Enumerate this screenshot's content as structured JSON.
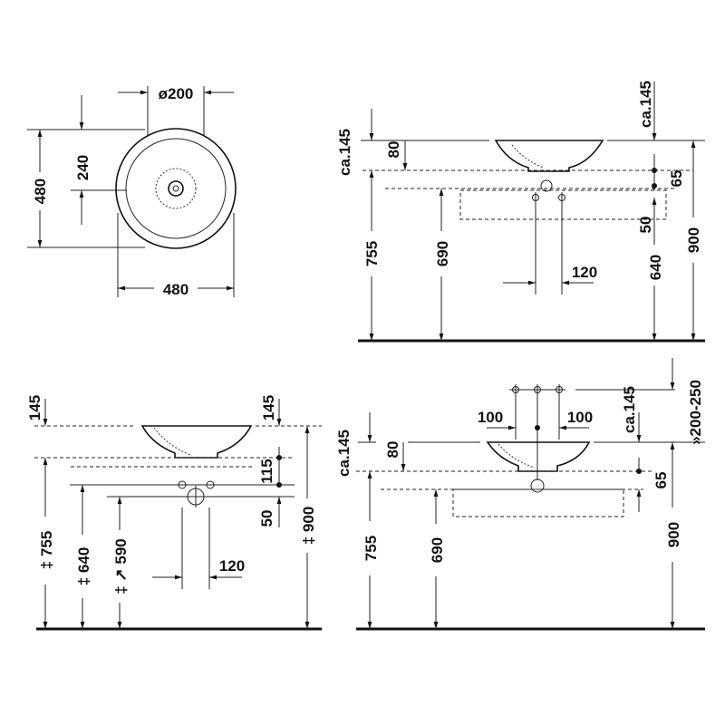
{
  "top_view": {
    "diameter": "ø200",
    "height": "480",
    "half_height": "240",
    "width": "480"
  },
  "wall_faucet_view": {
    "ca145_left": "ca.145",
    "ca145_right": "ca.145",
    "d80": "80",
    "d755": "755",
    "d690": "690",
    "d640": "640",
    "d900": "900",
    "d65": "65",
    "d50": "50",
    "d120": "120"
  },
  "wall_mount_view": {
    "d145_left": "145",
    "d145_right": "145",
    "d755": "‡ 755",
    "d640": "‡ 640",
    "d590": "‡ ↗ 590",
    "d900": "‡ 900",
    "d115": "115",
    "d50": "50",
    "d120": "120"
  },
  "deck_view": {
    "d100_left": "100",
    "d100_right": "100",
    "ca145_left": "ca.145",
    "ca145_right": "ca.145",
    "d80": "80",
    "d755": "755",
    "d690": "690",
    "d65": "65",
    "d900": "900",
    "d200_250": "»200-250"
  }
}
